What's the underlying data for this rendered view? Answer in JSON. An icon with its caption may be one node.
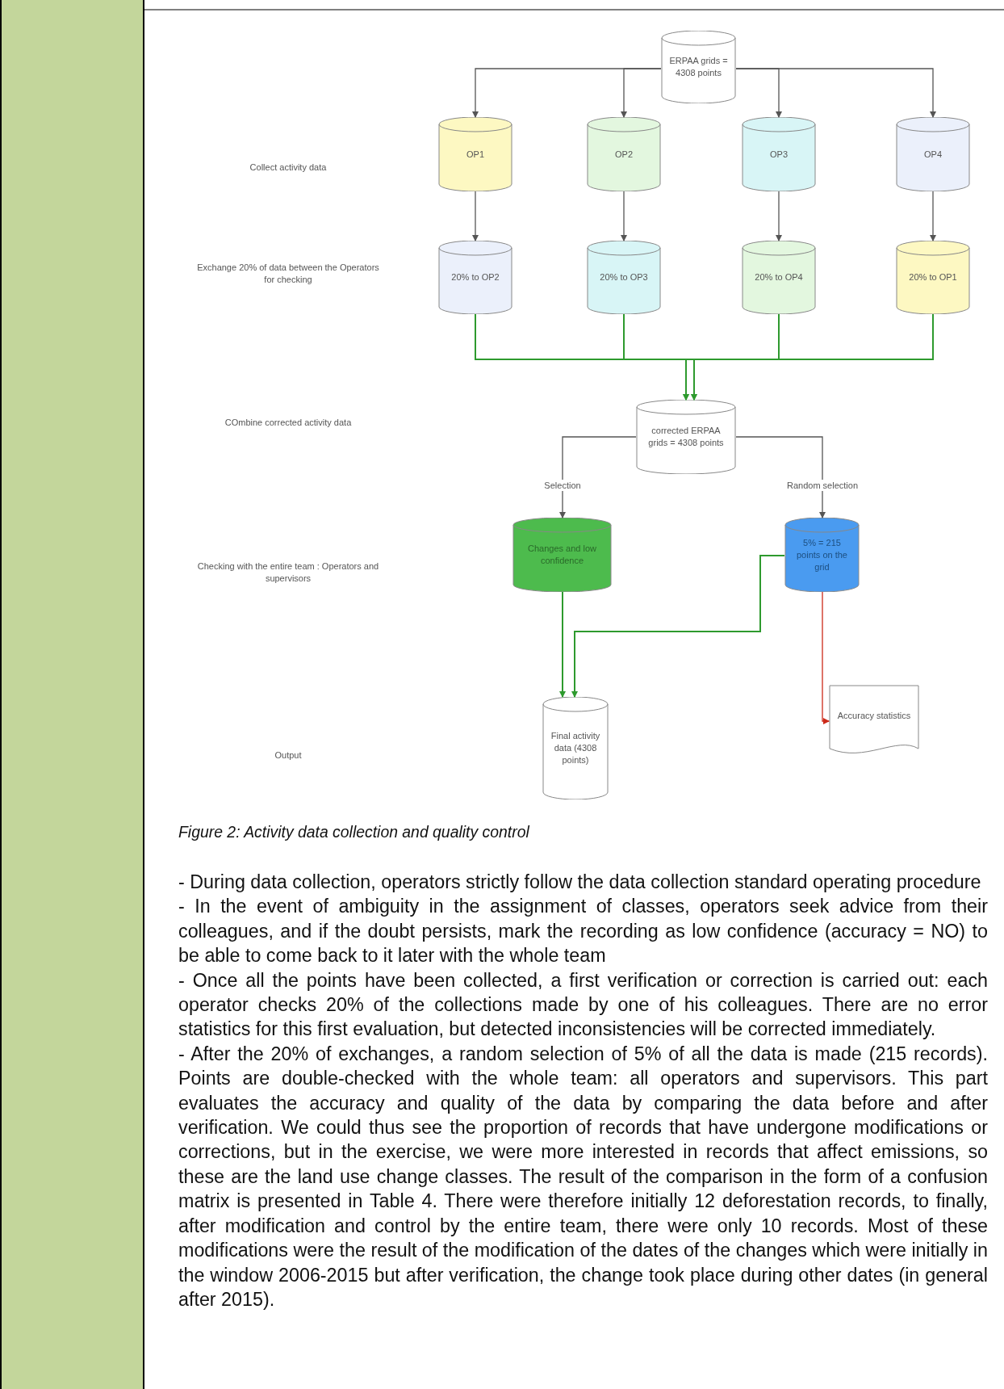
{
  "diagram": {
    "caption": "Figure 2: Activity data collection and quality control",
    "nodes": [
      {
        "text": [
          "ERPAA grids = 4308 points"
        ]
      },
      {
        "text": [
          "OP1"
        ]
      },
      {
        "text": [
          "OP2"
        ]
      },
      {
        "text": [
          "OP3"
        ]
      },
      {
        "text": [
          "OP4"
        ]
      },
      {
        "text": [
          "20% to OP2"
        ]
      },
      {
        "text": [
          "20% to OP3"
        ]
      },
      {
        "text": [
          "20% to OP4"
        ]
      },
      {
        "text": [
          "20% to OP1"
        ]
      },
      {
        "text": [
          "corrected ERPAA grids = 4308 points"
        ]
      },
      {
        "text": [
          "Changes and low confidence"
        ]
      },
      {
        "text": [
          "5% = 215 points on the grid"
        ]
      },
      {
        "text": [
          "Final activity data (4308 points)"
        ]
      },
      {
        "text": [
          "Accuracy statistics"
        ]
      }
    ],
    "edges": [
      {
        "from": 0,
        "to": 1,
        "arrow": "to"
      },
      {
        "from": 0,
        "to": 2,
        "arrow": "to"
      },
      {
        "from": 0,
        "to": 3,
        "arrow": "to"
      },
      {
        "from": 0,
        "to": 4,
        "arrow": "to"
      },
      {
        "from": 1,
        "to": 5,
        "arrow": "to"
      },
      {
        "from": 2,
        "to": 6,
        "arrow": "to"
      },
      {
        "from": 3,
        "to": 7,
        "arrow": "to"
      },
      {
        "from": 4,
        "to": 8,
        "arrow": "to"
      },
      {
        "from": 5,
        "to": 9,
        "arrow": "to",
        "color": "#2e9a2e"
      },
      {
        "from": 6,
        "to": 9,
        "arrow": "to",
        "color": "#2e9a2e"
      },
      {
        "from": 7,
        "to": 9,
        "arrow": "to",
        "color": "#2e9a2e"
      },
      {
        "from": 8,
        "to": 9,
        "arrow": "to",
        "color": "#2e9a2e"
      },
      {
        "from": 9,
        "to": 10,
        "arrow": "to",
        "label": "Selection"
      },
      {
        "from": 9,
        "to": 11,
        "arrow": "to",
        "label": "Random selection"
      },
      {
        "from": 10,
        "to": 12,
        "arrow": "to",
        "color": "#2e9a2e"
      },
      {
        "from": 11,
        "to": 12,
        "arrow": "to",
        "color": "#2e9a2e"
      },
      {
        "from": 11,
        "to": 13,
        "arrow": "to",
        "color": "#cc2a1a"
      }
    ],
    "labels": [
      "Collect activity data",
      "Exchange 20% of data between the Operators for checking",
      "COmbine corrected activity data",
      "Checking with the entire team : Operators and supervisors",
      "Output",
      "- During data collection, operators strictly follow the data collection standard operating procedure",
      "- In the event of ambiguity in the assignment of classes, operators seek advice from their colleagues, and if the doubt persists, mark the recording as low confidence (accuracy = NO) to be able to come back to it later with the whole team",
      "- Once all the points have been collected, a first verification or correction is carried out: each operator checks 20% of the collections made by one of his colleagues. There are no error statistics for this first evaluation, but detected inconsistencies will be corrected immediately.",
      "- After the 20% of exchanges, a random selection of 5% of all the data is made (215 records). Points are double-checked with the whole team: all operators and supervisors. This part evaluates the accuracy and quality of the data by comparing the data before and after verification. We could thus see the proportion of records that have undergone modifications or corrections, but in the exercise, we were more interested in records that affect emissions, so these are the land use change classes. The result of the comparison in the form of a confusion matrix is presented in Table 4. There were therefore initially 12 deforestation records, to finally, after modification and control by the entire team, there were only 10 records. Most of these modifications were the result of the modification of the dates of the changes which were initially in the window 2006-2015 but after verification, the change took place during other dates (in general after 2015)."
    ]
  }
}
